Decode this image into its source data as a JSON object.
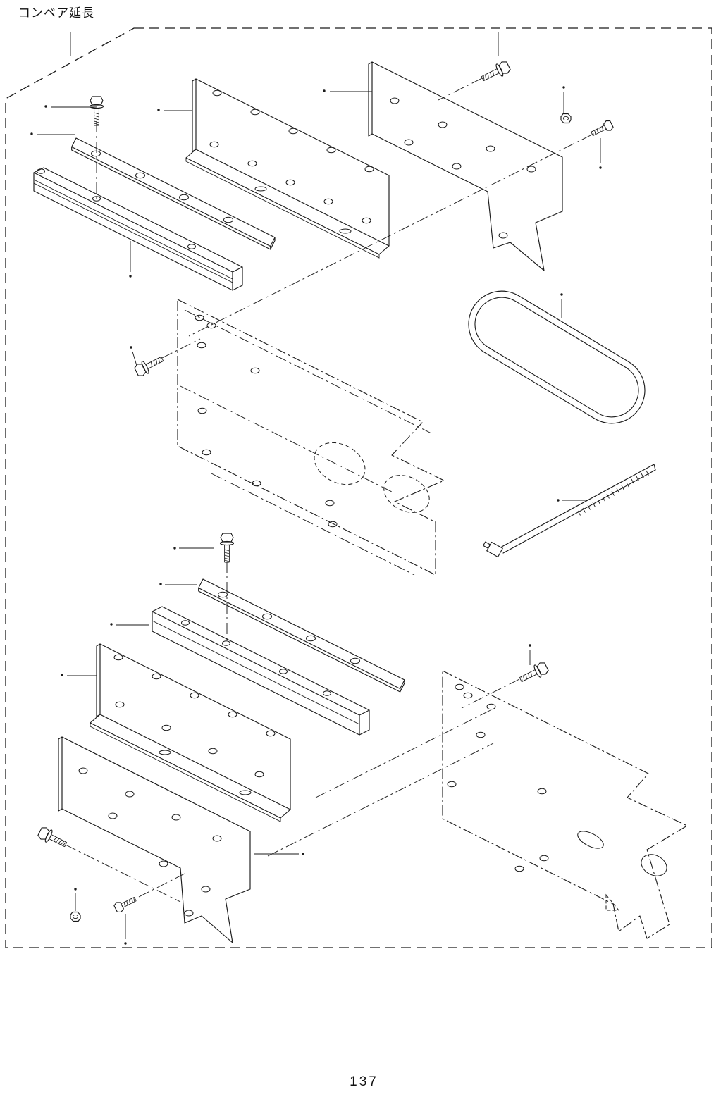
{
  "page": {
    "title": "コンベア延長",
    "number": "137"
  },
  "diagram": {
    "kind": "exploded-parts-diagram",
    "background": "#ffffff",
    "line_color": "#1a1a1a",
    "parts": [
      "flat-mounting-bar-upper",
      "guide-rail-upper",
      "l-bracket-upper",
      "side-plate-upper",
      "base-plate-phantom-upper",
      "conveyor-belt",
      "cable-tie",
      "flat-mounting-bar-lower",
      "guide-rail-lower",
      "l-bracket-lower",
      "side-plate-lower",
      "base-plate-phantom-lower",
      "hex-bolt",
      "hex-nut",
      "machine-screw"
    ]
  }
}
